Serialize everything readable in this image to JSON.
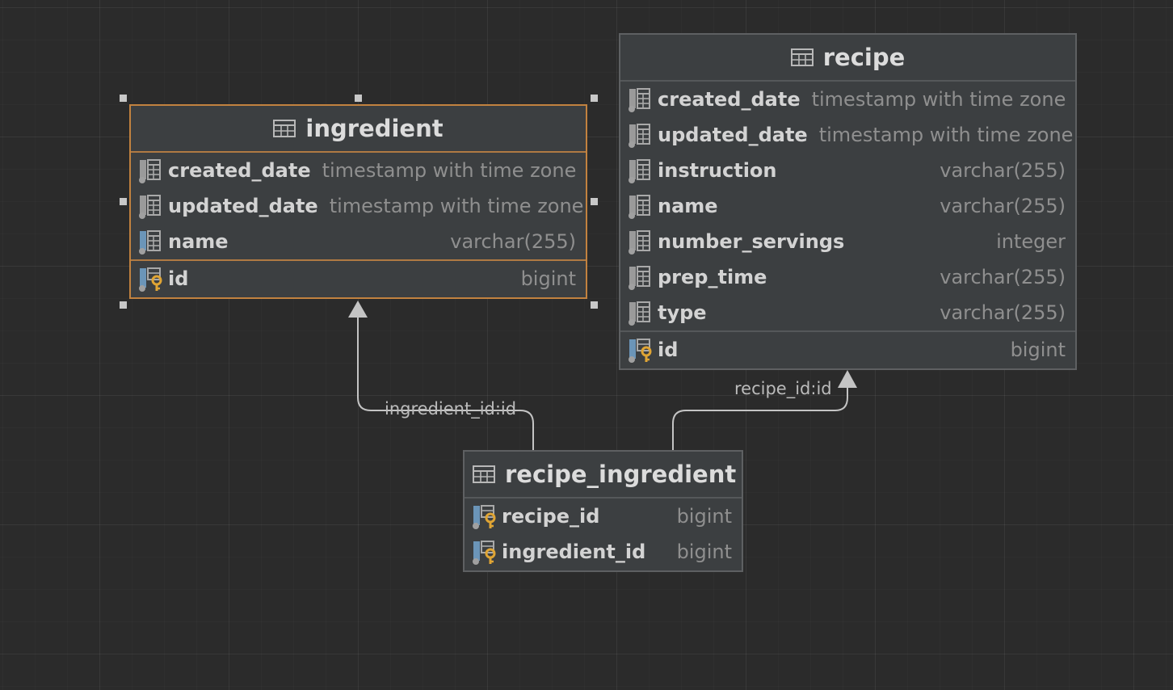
{
  "tables": {
    "ingredient": {
      "name": "ingredient",
      "columns": [
        {
          "name": "created_date",
          "type": "timestamp with time zone"
        },
        {
          "name": "updated_date",
          "type": "timestamp with time zone"
        },
        {
          "name": "name",
          "type": "varchar(255)"
        }
      ],
      "pk": {
        "name": "id",
        "type": "bigint"
      }
    },
    "recipe": {
      "name": "recipe",
      "columns": [
        {
          "name": "created_date",
          "type": "timestamp with time zone"
        },
        {
          "name": "updated_date",
          "type": "timestamp with time zone"
        },
        {
          "name": "instruction",
          "type": "varchar(255)"
        },
        {
          "name": "name",
          "type": "varchar(255)"
        },
        {
          "name": "number_servings",
          "type": "integer"
        },
        {
          "name": "prep_time",
          "type": "varchar(255)"
        },
        {
          "name": "type",
          "type": "varchar(255)"
        }
      ],
      "pk": {
        "name": "id",
        "type": "bigint"
      }
    },
    "recipe_ingredient": {
      "name": "recipe_ingredient",
      "columns": [
        {
          "name": "recipe_id",
          "type": "bigint"
        },
        {
          "name": "ingredient_id",
          "type": "bigint"
        }
      ]
    }
  },
  "relations": {
    "ingredient_fk": {
      "label": "ingredient_id:id"
    },
    "recipe_fk": {
      "label": "recipe_id:id"
    }
  },
  "colors": {
    "background": "#2b2b2b",
    "table_fill": "#3c3f41",
    "selection_border": "#c2823f",
    "key_icon": "#e0a534"
  }
}
